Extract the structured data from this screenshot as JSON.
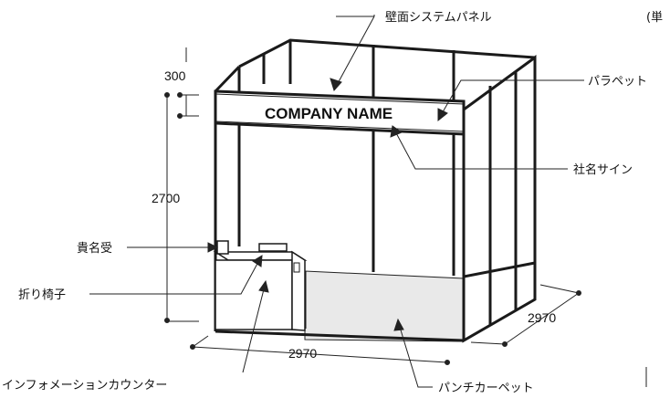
{
  "unit_note": "(単",
  "labels": {
    "wall_panel": "壁面システムパネル",
    "parapet": "パラペット",
    "company_sign": "社名サイン",
    "name_card_holder": "貴名受",
    "folding_chair": "折り椅子",
    "info_counter": "インフォメーションカウンター",
    "punch_carpet": "パンチカーペット"
  },
  "sign_text": "COMPANY NAME",
  "dimensions": {
    "parapet_height": "300",
    "booth_height": "2700",
    "width": "2970",
    "depth": "2970"
  },
  "colors": {
    "frame": "#1a1a1a",
    "carpet": "#e9e9e9",
    "counter": "#ffffff",
    "line": "#222222"
  }
}
